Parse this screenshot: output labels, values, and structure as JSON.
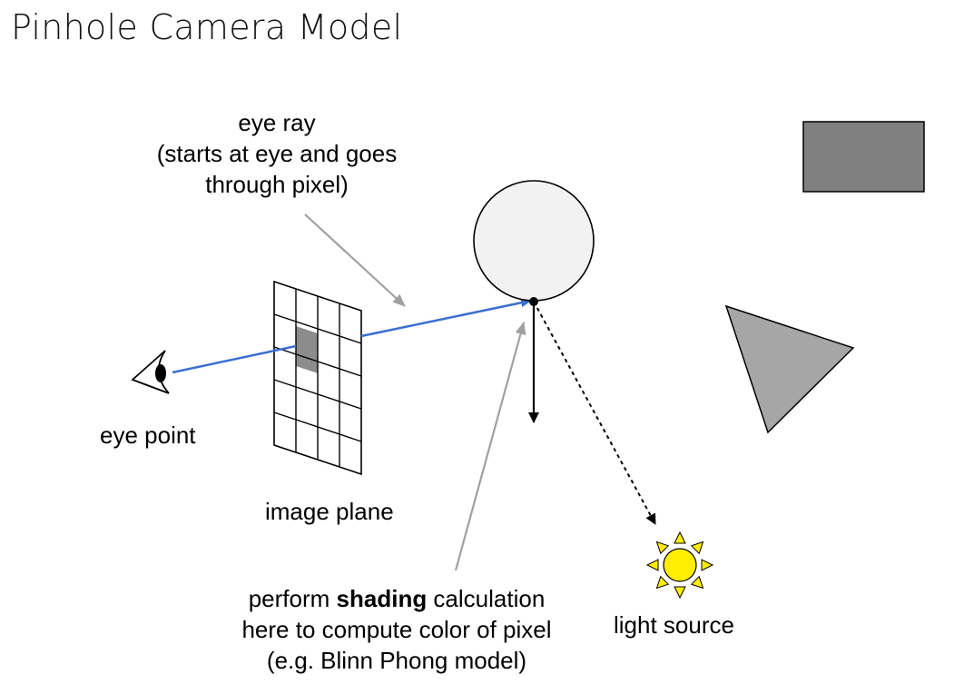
{
  "title": "Pinhole Camera Model",
  "labels": {
    "eye_ray": [
      "eye ray",
      "(starts at eye and goes",
      "through pixel)"
    ],
    "eye_point": "eye point",
    "image_plane": "image plane",
    "shading": {
      "line1_pre": "perform ",
      "line1_bold": "shading",
      "line1_post": " calculation",
      "line2": "here to compute color of pixel",
      "line3": "(e.g. Blinn Phong model)"
    },
    "light_source": "light source"
  },
  "colors": {
    "ray": "#3a6fd1",
    "pointer": "#a0a0a0",
    "sphere_fill": "#f2f2f2",
    "rectangle_fill": "#808080",
    "triangle_fill": "#a6a6a6",
    "sun_fill": "#ffee00",
    "highlighted_pixel": "#8c8c8c"
  }
}
